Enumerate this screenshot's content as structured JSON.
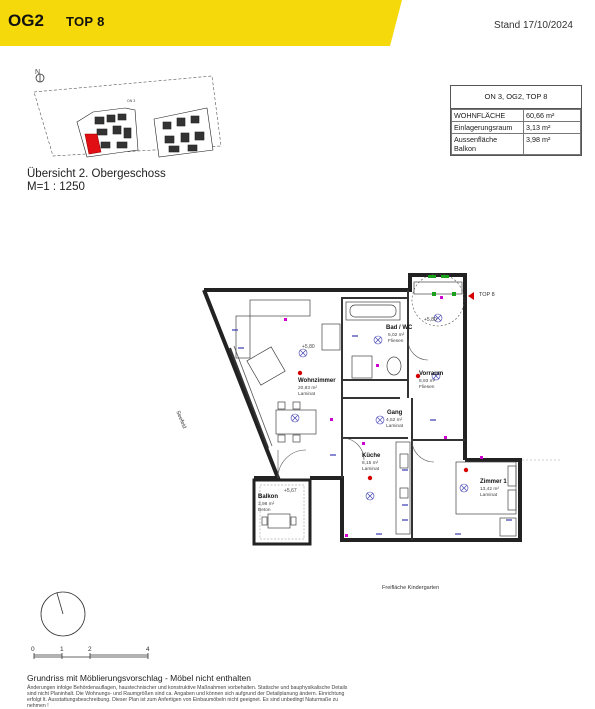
{
  "header": {
    "level": "OG2",
    "unit": "TOP 8",
    "stand": "Stand 17/10/2024",
    "accent_color": "#f5d90a"
  },
  "info_box": {
    "heading": "ON 3, OG2, TOP 8",
    "rows": [
      {
        "label": "WOHNFLÄCHE",
        "value": "60,66 m²"
      },
      {
        "label": "Einlagerungsraum",
        "value": "3,13 m²"
      },
      {
        "label": "Aussenfläche\nBalkon",
        "value": "3,98 m²"
      }
    ]
  },
  "overview": {
    "title": "Übersicht 2. Obergeschoss",
    "scale": "M=1 : 1250",
    "north_label": "N",
    "block_label": "ON 3"
  },
  "plan": {
    "top_marker": "TOP 8",
    "street_label": "Seefeld",
    "outdoor_label": "Freifläche Kindergarten",
    "rooms": [
      {
        "name": "Wohnzimmer",
        "area": "20,83 m²",
        "floor": "Laminat"
      },
      {
        "name": "Bad / WC",
        "area": "5,02 m²",
        "floor": "Fliesen"
      },
      {
        "name": "Vorraum",
        "area": "8,93 m²",
        "floor": "Fliesen"
      },
      {
        "name": "Gang",
        "area": "4,52 m²",
        "floor": "Laminat"
      },
      {
        "name": "Küche",
        "area": "8,15 m²",
        "floor": "Laminat"
      },
      {
        "name": "Zimmer 1",
        "area": "13,42 m²",
        "floor": "Laminat"
      },
      {
        "name": "Balkon",
        "area": "3,98 m²",
        "floor": "Beton"
      }
    ],
    "levels": {
      "living": "+5,80",
      "balcony": "+5,67",
      "storage": "+5,80"
    }
  },
  "scale_bar": {
    "ticks": [
      "0",
      "1",
      "2",
      "4"
    ]
  },
  "footer": {
    "title": "Grundriss mit Möblierungsvorschlag - Möbel nicht enthalten",
    "note": "Änderungen infolge Behördenauflagen, haustechnischer und konstruktive Maßnahmen vorbehalten. Statische und bauphysikalische Details sind nicht Planinhalt. Die Wohnungs- und Raumgrößen sind ca. Angaben und können sich aufgrund der Detailplanung ändern. Einrichtung erfolgt lt. Ausstattungsbeschreibung. Dieser Plan ist zum Anfertigen von Einbaumöbeln nicht geeignet. Es sind unbedingt Naturmaße zu nehmen !"
  }
}
